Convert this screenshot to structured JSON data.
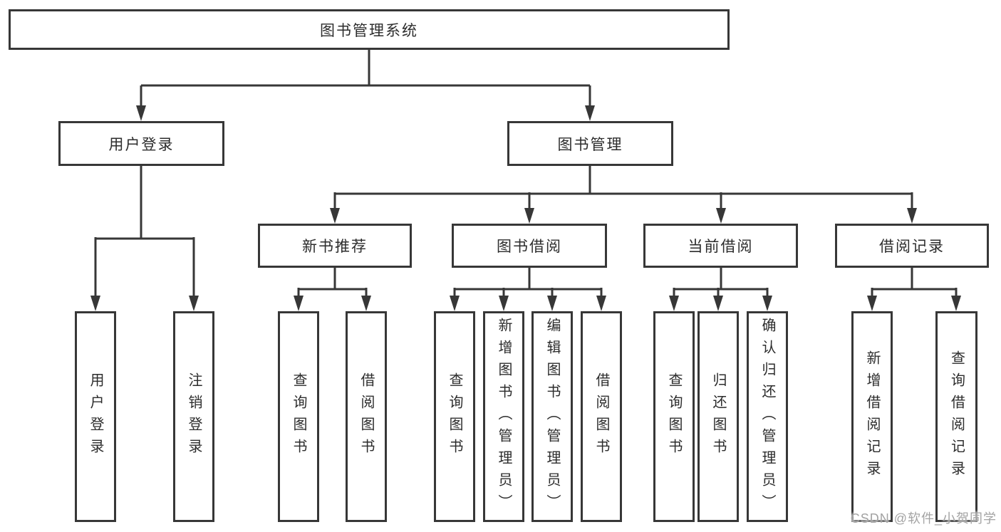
{
  "watermark": "CSDN @软件_小贺同学",
  "colors": {
    "line": "#373737",
    "box_border": "#373737",
    "text": "#2c2c2c",
    "watermark": "#a3a3a3",
    "background": "#ffffff"
  },
  "tree": {
    "root": {
      "label": "图书管理系统"
    },
    "branches": [
      {
        "label": "用户登录",
        "children": [
          {
            "label": "用户登录"
          },
          {
            "label": "注销登录"
          }
        ]
      },
      {
        "label": "图书管理",
        "children": [
          {
            "label": "新书推荐",
            "children": [
              {
                "label": "查询图书"
              },
              {
                "label": "借阅图书"
              }
            ]
          },
          {
            "label": "图书借阅",
            "children": [
              {
                "label": "查询图书"
              },
              {
                "label": "新增图书（管理员）"
              },
              {
                "label": "编辑图书（管理员）"
              },
              {
                "label": "借阅图书"
              }
            ]
          },
          {
            "label": "当前借阅",
            "children": [
              {
                "label": "查询图书"
              },
              {
                "label": "归还图书"
              },
              {
                "label": "确认归还（管理员）"
              }
            ]
          },
          {
            "label": "借阅记录",
            "children": [
              {
                "label": "新增借阅记录"
              },
              {
                "label": "查询借阅记录"
              }
            ]
          }
        ]
      }
    ]
  }
}
